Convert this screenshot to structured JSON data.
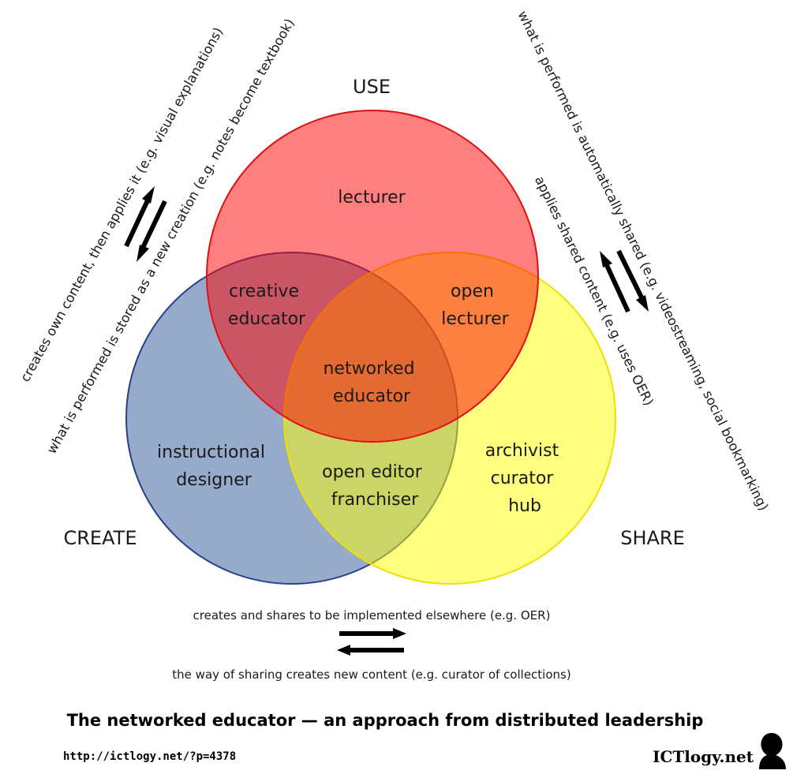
{
  "colors": {
    "use_fill": "#ff0000",
    "use_stroke": "#e01010",
    "create_fill": "#2e5597",
    "create_stroke": "#2a3f8a",
    "share_fill": "#ffff00",
    "share_stroke": "#f0e000",
    "arrow": "#000000"
  },
  "axes": {
    "use": "USE",
    "create": "CREATE",
    "share": "SHARE"
  },
  "regions": {
    "use": [
      "lecturer"
    ],
    "create": [
      "instructional",
      "designer"
    ],
    "share": [
      "archivist",
      "curator",
      "hub"
    ],
    "use_create": [
      "creative",
      "educator"
    ],
    "use_share": [
      "open",
      "lecturer"
    ],
    "create_share": [
      "open editor",
      "franchiser"
    ],
    "center": [
      "networked",
      "educator"
    ]
  },
  "left_side": {
    "outer": "creates own content, then applies it (e.g. visual explanations)",
    "inner": "what is performed is stored as a new creation (e.g. notes become textbook)"
  },
  "right_side": {
    "outer": "what is performed is automatically shared (e.g. videostreaming, social bookmarking)",
    "inner": "applies shared content (e.g. uses OER)"
  },
  "bottom": {
    "top_line": "creates and shares to be implemented elsewhere (e.g. OER)",
    "bottom_line": "the way of sharing creates new content (e.g. curator of collections)"
  },
  "footer": {
    "title": "The networked educator — an approach from distributed leadership",
    "url": "http://ictlogy.net/?p=4378",
    "brand": "ICTlogy.net",
    "brand_icon": "silhouette-head-icon"
  }
}
